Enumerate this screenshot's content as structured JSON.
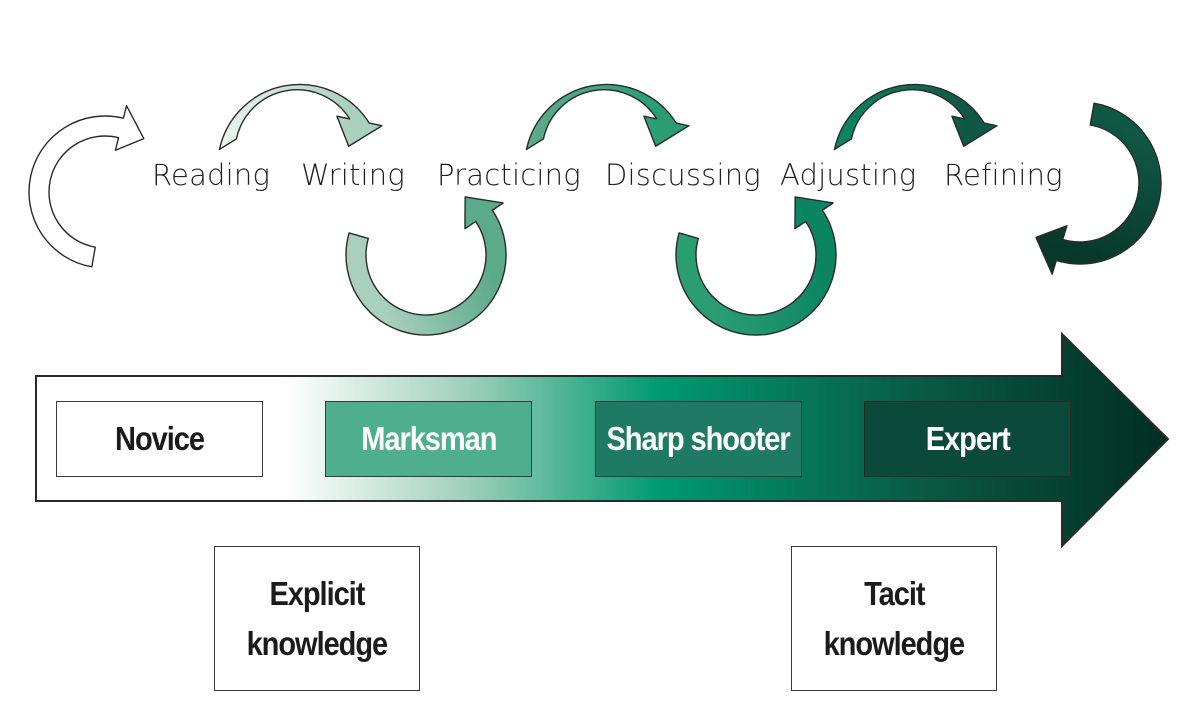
{
  "activities": [
    "Reading",
    "Writing",
    "Practicing",
    "Discussing",
    "Adjusting",
    "Refining"
  ],
  "stages": [
    {
      "label": "Novice",
      "fill": "#ffffff",
      "text_color": "#1b1b1b",
      "border": "#3a3a3a"
    },
    {
      "label": "Marksman",
      "fill": "#4fae8e",
      "text_color": "#ffffff",
      "border": "#3a3a3a"
    },
    {
      "label": "Sharp shooter",
      "fill": "#1f7a63",
      "text_color": "#ffffff",
      "border": "#3a3a3a"
    },
    {
      "label": "Expert",
      "fill": "#0b4a3a",
      "text_color": "#ffffff",
      "border": "#2a2a2a"
    }
  ],
  "knowledge": [
    {
      "line1": "Explicit",
      "line2": "knowledge"
    },
    {
      "line1": "Tacit",
      "line2": "knowledge"
    }
  ],
  "colors": {
    "arrow_gradient": [
      "#ffffff",
      "#a8d4c2",
      "#009a6e",
      "#013a2c"
    ],
    "loop_colors": [
      "#ffffff",
      "#e8f3ee",
      "#a9cfbf",
      "#5aaa8b",
      "#2a9d74",
      "#0b8560",
      "#0f5844",
      "#083829"
    ]
  }
}
